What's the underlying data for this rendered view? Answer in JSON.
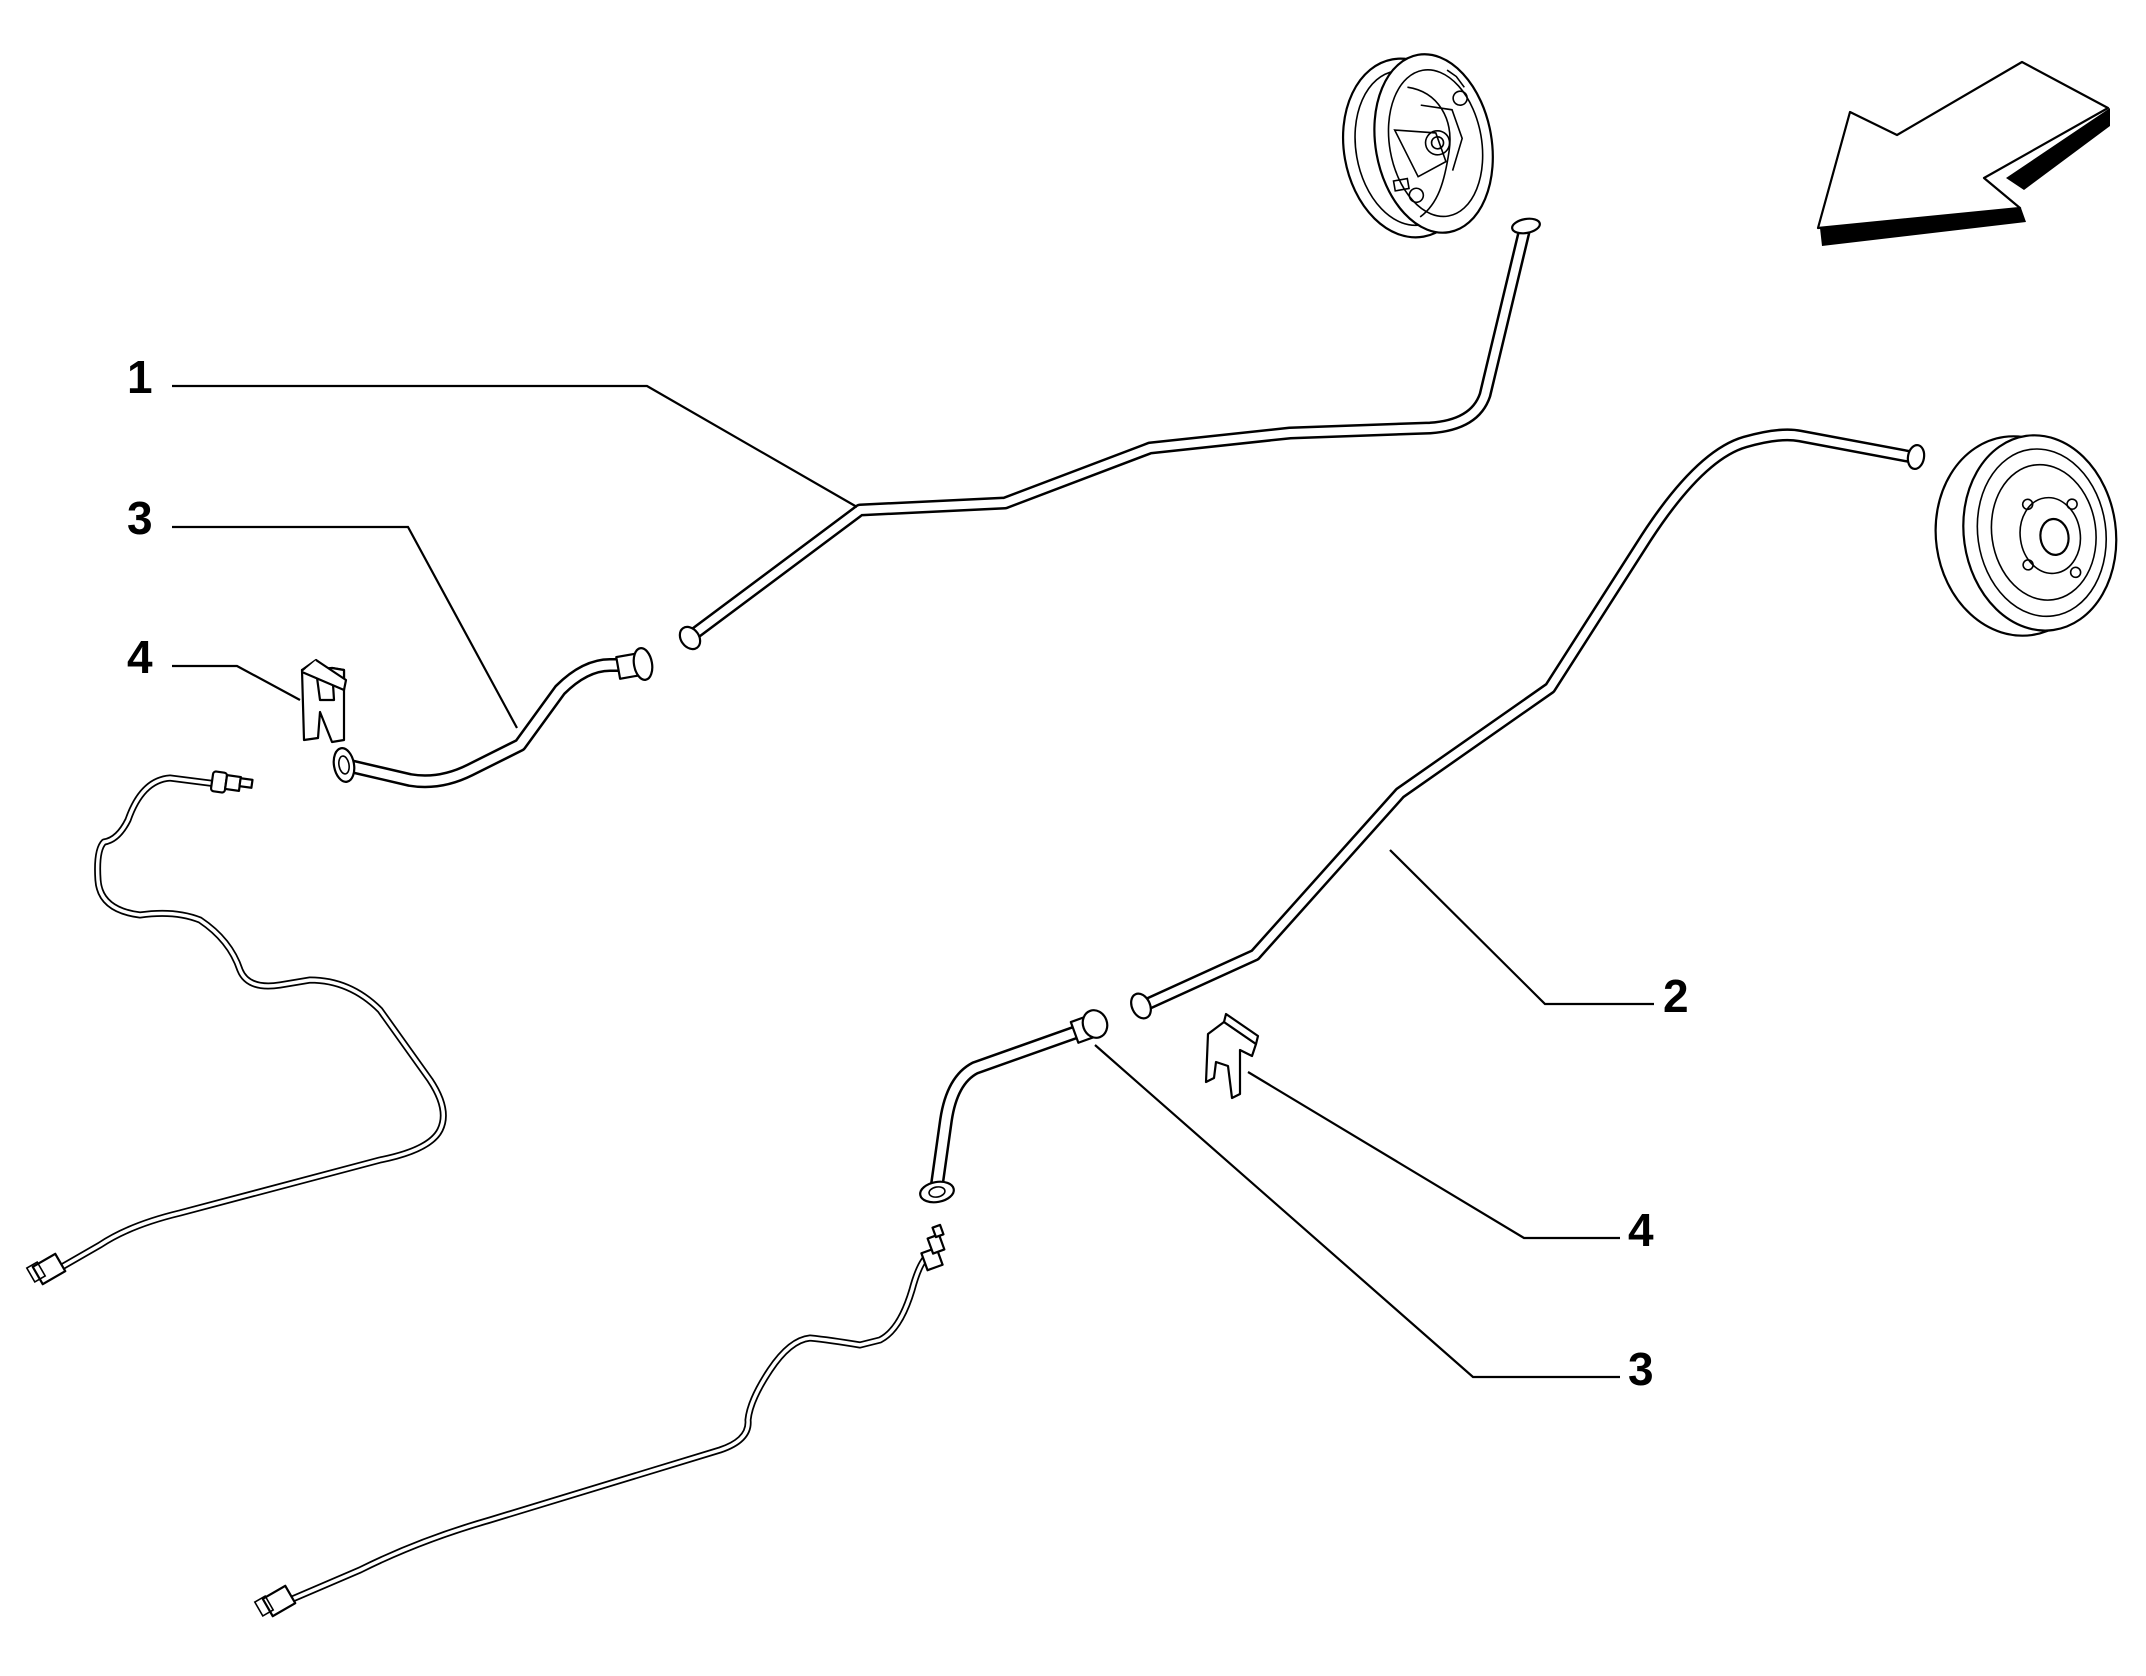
{
  "callouts": {
    "label_1": "1",
    "label_2": "2",
    "label_3_left": "3",
    "label_3_right": "3",
    "label_4_left": "4",
    "label_4_right": "4"
  },
  "icons": {
    "direction_arrow": "direction-arrow-icon",
    "brake_drum": "brake-drum-icon",
    "brake_backplate": "brake-backplate-icon"
  },
  "colors": {
    "line": "#000000",
    "background": "#ffffff"
  }
}
